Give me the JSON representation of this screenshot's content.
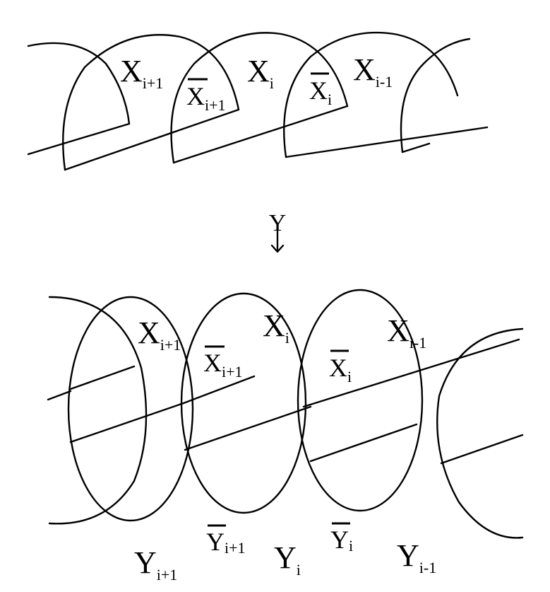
{
  "top": {
    "labels": {
      "x_i_plus_1": {
        "base": "X",
        "sub": "i+1"
      },
      "x_i": {
        "base": "X",
        "sub": "i"
      },
      "x_i_minus_1": {
        "base": "X",
        "sub": "i-1"
      },
      "xbar_i_plus_1": {
        "base": "X",
        "sub": "i+1"
      },
      "xbar_i": {
        "base": "X",
        "sub": "i"
      }
    }
  },
  "arrow": {
    "glyph": "Y"
  },
  "bottom": {
    "labels": {
      "x_i_plus_1": {
        "base": "X",
        "sub": "i+1"
      },
      "x_i": {
        "base": "X",
        "sub": "i"
      },
      "x_i_minus_1": {
        "base": "X",
        "sub": "i-1"
      },
      "xbar_i_plus_1": {
        "base": "X",
        "sub": "i+1"
      },
      "xbar_i": {
        "base": "X",
        "sub": "i"
      },
      "y_i_plus_1": {
        "base": "Y",
        "sub": "i+1"
      },
      "y_i": {
        "base": "Y",
        "sub": "i"
      },
      "y_i_minus_1": {
        "base": "Y",
        "sub": "i-1"
      },
      "ybar_i_plus_1": {
        "base": "Y",
        "sub": "i+1"
      },
      "ybar_i": {
        "base": "Y",
        "sub": "i"
      }
    }
  }
}
